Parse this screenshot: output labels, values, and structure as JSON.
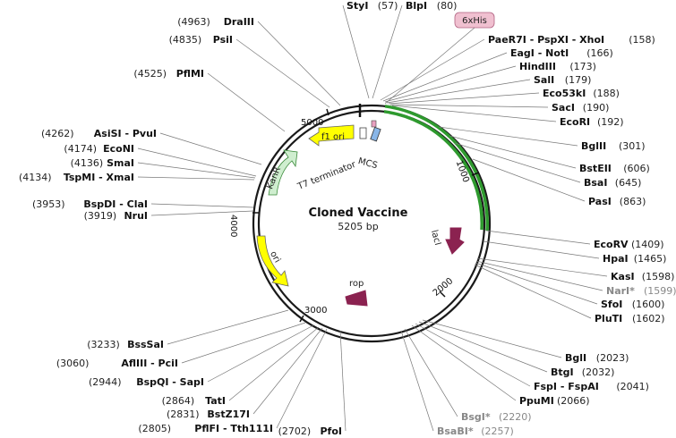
{
  "title": "Cloned Vaccine",
  "length": "5205 bp",
  "ticks": [
    "1000",
    "2000",
    "3000",
    "4000",
    "5000"
  ],
  "features": {
    "t7": "T7 terminator",
    "mcs": "MCS",
    "f1": "f1 ori",
    "kan": "KanR",
    "ori": "ori",
    "lacI": "lacI",
    "rop": "rop",
    "tag": "6xHis"
  },
  "sites_right": [
    {
      "name": "StyI",
      "pos": "(57)"
    },
    {
      "name": "BlpI",
      "pos": "(80)"
    },
    {
      "name": "PaeR7I - PspXI - XhoI",
      "pos": "(158)"
    },
    {
      "name": "EagI - NotI",
      "pos": "(166)"
    },
    {
      "name": "HindIII",
      "pos": "(173)"
    },
    {
      "name": "SalI",
      "pos": "(179)"
    },
    {
      "name": "Eco53kI",
      "pos": "(188)"
    },
    {
      "name": "SacI",
      "pos": "(190)"
    },
    {
      "name": "EcoRI",
      "pos": "(192)"
    },
    {
      "name": "BglII",
      "pos": "(301)"
    },
    {
      "name": "BstEII",
      "pos": "(606)"
    },
    {
      "name": "BsaI",
      "pos": "(645)"
    },
    {
      "name": "PasI",
      "pos": "(863)"
    },
    {
      "name": "EcoRV",
      "pos": "(1409)"
    },
    {
      "name": "HpaI",
      "pos": "(1465)"
    },
    {
      "name": "KasI",
      "pos": "(1598)"
    },
    {
      "name": "NarI*",
      "pos": "(1599)"
    },
    {
      "name": "SfoI",
      "pos": "(1600)"
    },
    {
      "name": "PluTI",
      "pos": "(1602)"
    },
    {
      "name": "BglI",
      "pos": "(2023)"
    },
    {
      "name": "BtgI",
      "pos": "(2032)"
    },
    {
      "name": "FspI - FspAI",
      "pos": "(2041)"
    },
    {
      "name": "PpuMI",
      "pos": "(2066)"
    },
    {
      "name": "BsgI*",
      "pos": "(2220)"
    },
    {
      "name": "BsaBI*",
      "pos": "(2257)"
    }
  ],
  "sites_left": [
    {
      "name": "DraIII",
      "pos": "(4963)"
    },
    {
      "name": "PsiI",
      "pos": "(4835)"
    },
    {
      "name": "PflMI",
      "pos": "(4525)"
    },
    {
      "name": "AsiSI - PvuI",
      "pos": "(4262)"
    },
    {
      "name": "EcoNI",
      "pos": "(4174)"
    },
    {
      "name": "SmaI",
      "pos": "(4136)"
    },
    {
      "name": "TspMI - XmaI",
      "pos": "(4134)"
    },
    {
      "name": "BspDI - ClaI",
      "pos": "(3953)"
    },
    {
      "name": "NruI",
      "pos": "(3919)"
    },
    {
      "name": "BssSaI",
      "pos": "(3233)"
    },
    {
      "name": "AflIII - PciI",
      "pos": "(3060)"
    },
    {
      "name": "BspQI - SapI",
      "pos": "(2944)"
    },
    {
      "name": "TatI",
      "pos": "(2864)"
    },
    {
      "name": "BstZ17I",
      "pos": "(2831)"
    },
    {
      "name": "PflFI - Tth111I",
      "pos": "(2805)"
    },
    {
      "name": "PfoI",
      "pos": "(2702)"
    }
  ]
}
